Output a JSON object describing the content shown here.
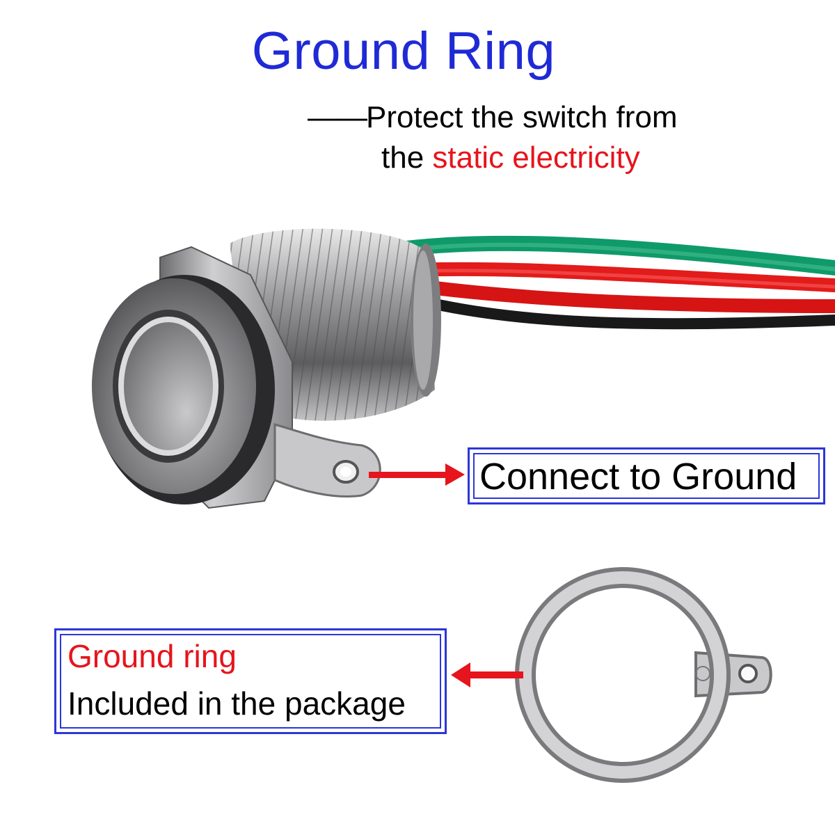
{
  "title": "Ground Ring",
  "subtitle": {
    "dash": "——",
    "line1": "Protect the switch from",
    "line2_prefix": "the ",
    "line2_highlight": "static electricity"
  },
  "callout_connect": "Connect to Ground",
  "callout_ring": {
    "line1": "Ground ring",
    "line2": "Included in the package"
  },
  "colors": {
    "title_blue": "#1f2ad6",
    "highlight_red": "#e6141c",
    "box_blue": "#2b36d9",
    "arrow_red": "#e6141c"
  }
}
